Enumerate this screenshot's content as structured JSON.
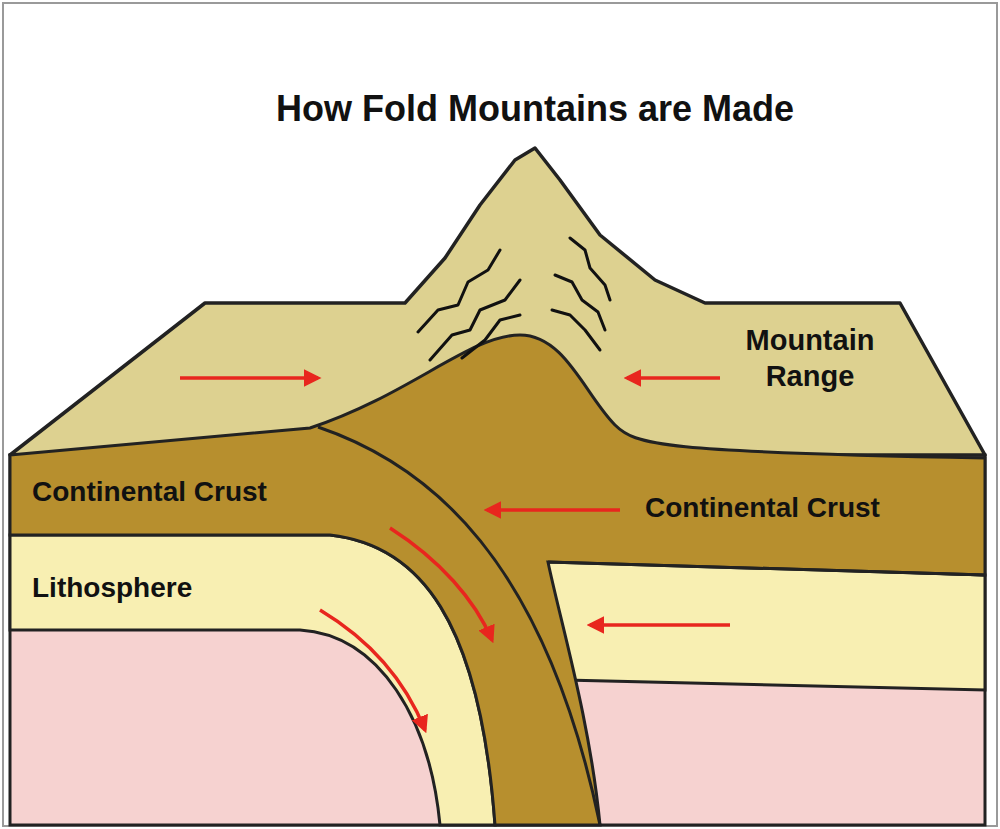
{
  "diagram": {
    "title": "How Fold Mountains are Made",
    "labels": [
      "Mountain Range",
      "Continental Crust",
      "Continental Crust",
      "Lithosphere"
    ]
  }
}
